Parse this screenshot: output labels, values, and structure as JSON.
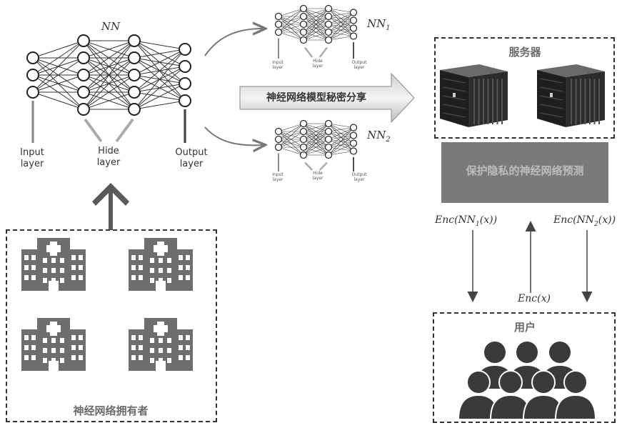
{
  "main_network": {
    "label": "NN",
    "input_label": [
      "Input",
      "layer"
    ],
    "hide_label": [
      "Hide",
      "layer"
    ],
    "output_label": [
      "Output",
      "layer"
    ]
  },
  "network1": {
    "label": "NN",
    "sub": "1",
    "input_label": [
      "Input",
      "layer"
    ],
    "hide_label": [
      "Hide",
      "layer"
    ],
    "output_label": [
      "Output",
      "layer"
    ]
  },
  "network2": {
    "label": "NN",
    "sub": "2",
    "input_label": [
      "Input",
      "layer"
    ],
    "hide_label": [
      "Hide",
      "layer"
    ],
    "output_label": [
      "Output",
      "layer"
    ]
  },
  "share_arrow_label": "神经网络模型秘密分享",
  "server_box": {
    "title": "服务器"
  },
  "prediction_banner": "保护隐私的神经网络预测",
  "user_box": {
    "title": "用户"
  },
  "owner_box": {
    "title": "神经网络拥有者"
  },
  "flows": {
    "enc_nn1": {
      "pre": "Enc(NN",
      "sub": "1",
      "post": "(x))"
    },
    "enc_nn2": {
      "pre": "Enc(NN",
      "sub": "2",
      "post": "(x))"
    },
    "enc_x": "Enc(x)"
  },
  "colors": {
    "banner_bg": "#7a7a7a",
    "banner_text": "#bdbdbd",
    "icon_gray": "#6e6e6e",
    "people": "#3a3a3a"
  }
}
